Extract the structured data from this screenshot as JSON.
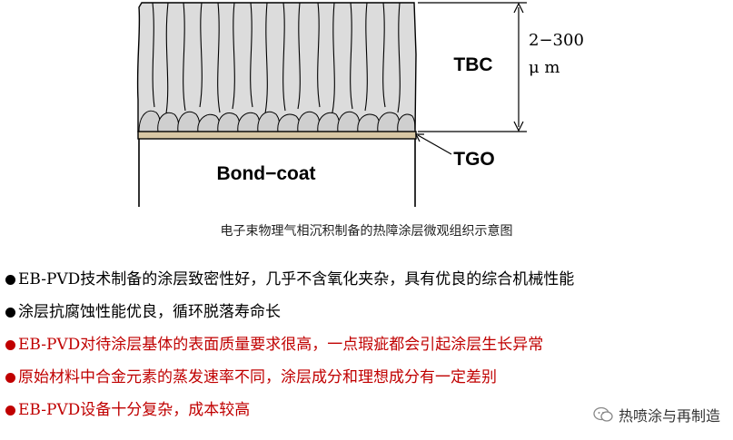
{
  "diagram": {
    "label_tbc": "TBC",
    "label_bondcoat": "Bond−coat",
    "label_tgo": "TGO",
    "thickness_value": "2−300",
    "thickness_unit": "μ m"
  },
  "caption": "电子束物理气相沉积制备的热障涂层微观组织示意图",
  "bullets": [
    {
      "text": "EB-PVD技术制备的涂层致密性好，几乎不含氧化夹杂，具有优良的综合机械性能",
      "color": "#000000"
    },
    {
      "text": "涂层抗腐蚀性能优良，循环脱落寿命长",
      "color": "#000000"
    },
    {
      "text": "EB-PVD对待涂层基体的表面质量要求很高，一点瑕疵都会引起涂层生长异常",
      "color": "#c00000"
    },
    {
      "text": "原始材料中合金元素的蒸发速率不同，涂层成分和理想成分有一定差别",
      "color": "#c00000"
    },
    {
      "text": "EB-PVD设备十分复杂，成本较高",
      "color": "#c00000"
    }
  ],
  "watermark": {
    "text": "热喷涂与再制造",
    "icon": "wechat-icon"
  }
}
